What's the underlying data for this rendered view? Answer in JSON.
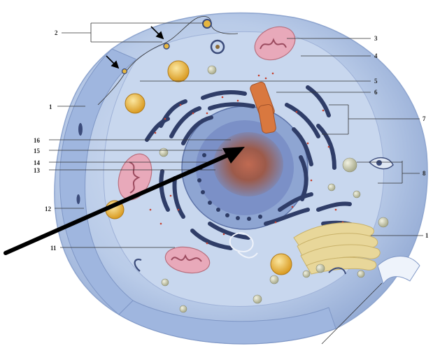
{
  "labels": {
    "l1": "1",
    "l2": "2",
    "l3": "3",
    "l4": "4",
    "l5": "5",
    "l6": "6",
    "l7": "7",
    "l8": "8",
    "l10": "1",
    "l11": "11",
    "l12": "12",
    "l13": "13",
    "l14": "14",
    "l15": "15",
    "l16": "16"
  },
  "colors": {
    "membrane": "#a9bfe0",
    "cytoplasm": "#c9d8ee",
    "nucleus": "#8fa6d3",
    "nucleolus": "#9c5a4a",
    "er": "#2f3d68",
    "mitochondria": "#e6a9b8",
    "golgi": "#e8d79a",
    "vesicle": "#e6b640",
    "arrow": "#000000"
  }
}
